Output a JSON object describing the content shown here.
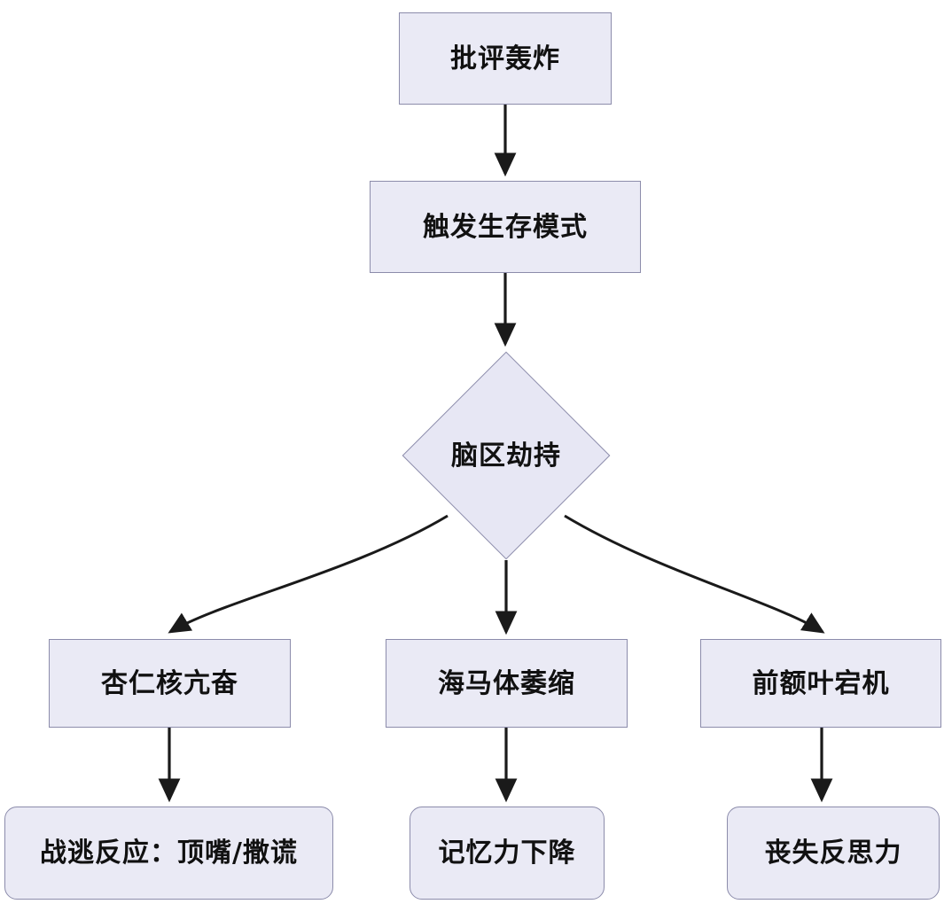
{
  "diagram": {
    "type": "flowchart",
    "direction": "top-down",
    "colors": {
      "node_fill": "#eaeaf5",
      "node_border": "#8c8cab",
      "edge": "#1a1a1a",
      "text": "#111111",
      "background": "#ffffff"
    },
    "nodes": [
      {
        "id": "criticism",
        "label": "批评轰炸",
        "shape": "rectangle"
      },
      {
        "id": "survival",
        "label": "触发生存模式",
        "shape": "rectangle"
      },
      {
        "id": "hijack",
        "label": "脑区劫持",
        "shape": "diamond"
      },
      {
        "id": "amygdala",
        "label": "杏仁核亢奋",
        "shape": "rectangle"
      },
      {
        "id": "hippocampus",
        "label": "海马体萎缩",
        "shape": "rectangle"
      },
      {
        "id": "prefrontal",
        "label": "前额叶宕机",
        "shape": "rectangle"
      },
      {
        "id": "fightflight",
        "label": "战逃反应：顶嘴/撒谎",
        "shape": "rounded-rectangle"
      },
      {
        "id": "memory",
        "label": "记忆力下降",
        "shape": "rounded-rectangle"
      },
      {
        "id": "reflection",
        "label": "丧失反思力",
        "shape": "rounded-rectangle"
      }
    ],
    "edges": [
      {
        "from": "criticism",
        "to": "survival",
        "style": "straight",
        "arrow": "end"
      },
      {
        "from": "survival",
        "to": "hijack",
        "style": "straight",
        "arrow": "end"
      },
      {
        "from": "hijack",
        "to": "amygdala",
        "style": "curved",
        "arrow": "end"
      },
      {
        "from": "hijack",
        "to": "hippocampus",
        "style": "straight",
        "arrow": "end"
      },
      {
        "from": "hijack",
        "to": "prefrontal",
        "style": "curved",
        "arrow": "end"
      },
      {
        "from": "amygdala",
        "to": "fightflight",
        "style": "straight",
        "arrow": "end"
      },
      {
        "from": "hippocampus",
        "to": "memory",
        "style": "straight",
        "arrow": "end"
      },
      {
        "from": "prefrontal",
        "to": "reflection",
        "style": "straight",
        "arrow": "end"
      }
    ]
  }
}
